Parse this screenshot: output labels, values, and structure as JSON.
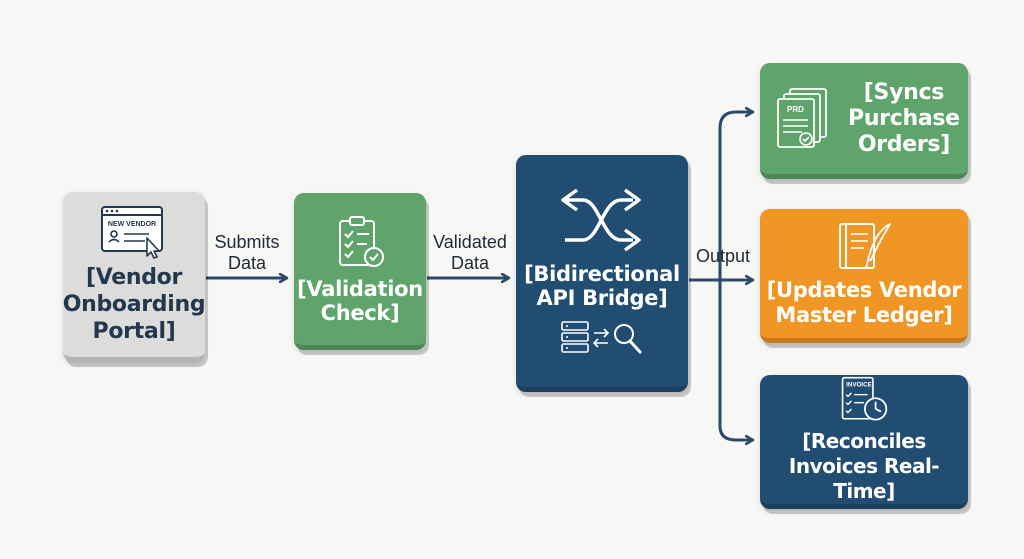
{
  "nodes": {
    "portal": {
      "label": "[Vendor\nOnboarding\nPortal]",
      "icon_text": "NEW VENDOR",
      "icon": "browser-window-user-icon"
    },
    "validation": {
      "label": "[Validation\nCheck]",
      "icon": "checklist-clipboard-icon"
    },
    "bridge": {
      "label": "[Bidirectional\nAPI Bridge]",
      "icon": "shuffle-arrows-icon",
      "icon2": "server-search-icon"
    },
    "syncs": {
      "label": "[Syncs\nPurchase\nOrders]",
      "icon_text": "PRD",
      "icon": "document-stack-icon"
    },
    "updates": {
      "label": "[Updates Vendor\nMaster Ledger]",
      "icon": "ledger-quill-icon"
    },
    "reconciles": {
      "label": "[Reconciles\nInvoices Real-Time]",
      "icon_text": "INVOICE",
      "icon": "invoice-clock-icon"
    }
  },
  "edges": {
    "submits": "Submits\nData",
    "validated": "Validated\nData",
    "output": "Output"
  },
  "colors": {
    "green": "#5fa46b",
    "navy": "#214d72",
    "orange": "#ef9624",
    "gray": "#dcdcda",
    "arrow": "#2c4a68"
  }
}
